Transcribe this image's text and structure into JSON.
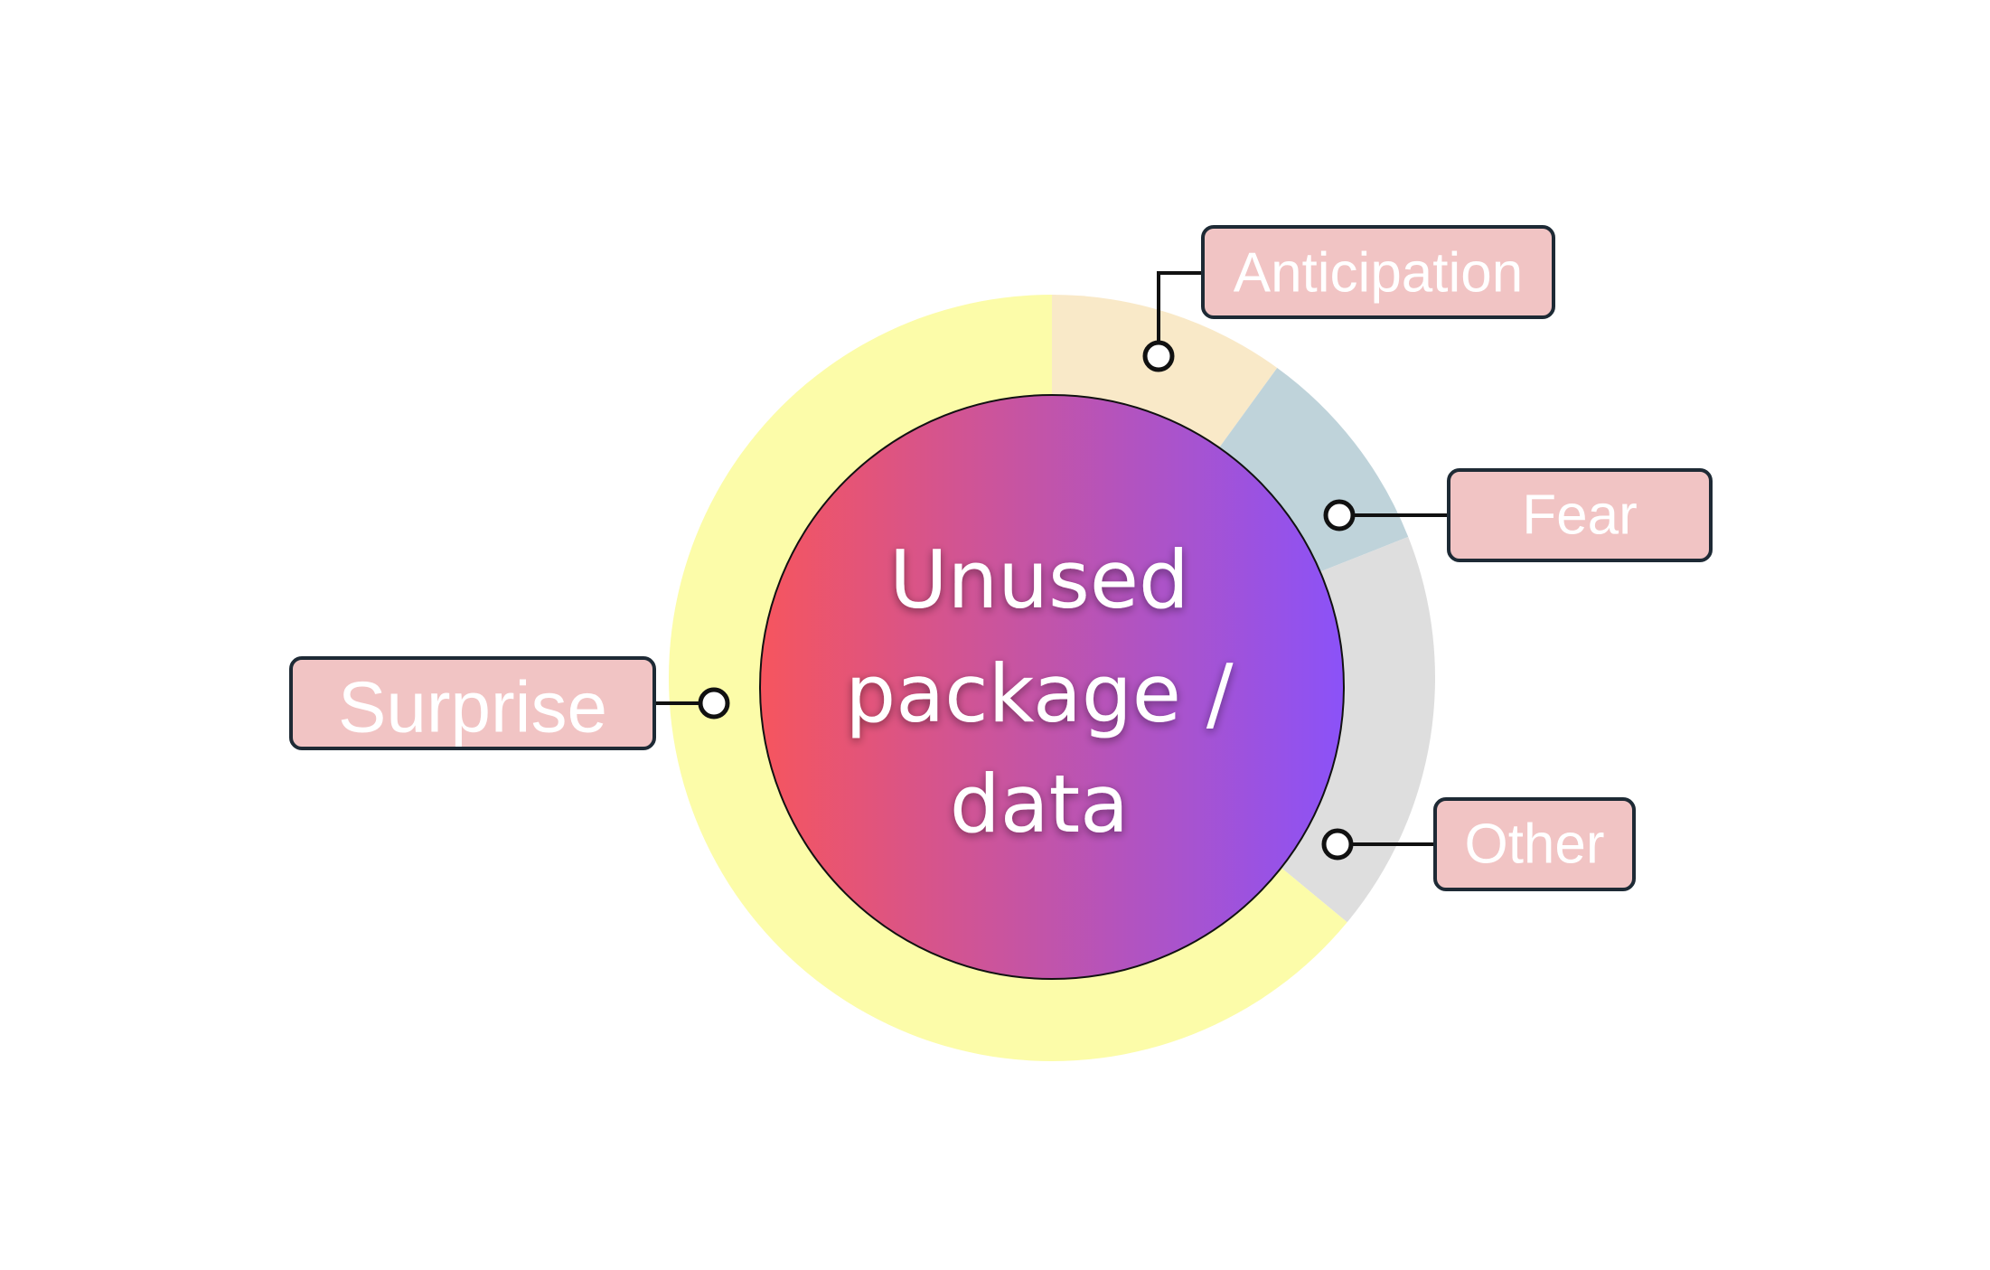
{
  "chart_data": {
    "type": "pie",
    "title": "",
    "center_label": [
      "Unused",
      "package /",
      "data"
    ],
    "slices": [
      {
        "label": "Anticipation",
        "value": 10,
        "color": "#f9e9c8"
      },
      {
        "label": "Fear",
        "value": 9,
        "color": "#bfd3da"
      },
      {
        "label": "Other",
        "value": 17,
        "color": "#dedede"
      },
      {
        "label": "Surprise",
        "value": 64,
        "color": "#fcfca9"
      }
    ],
    "center_gradient": [
      "#f6555e",
      "#8b52f8"
    ],
    "label_fill": "#f1c4c4"
  }
}
